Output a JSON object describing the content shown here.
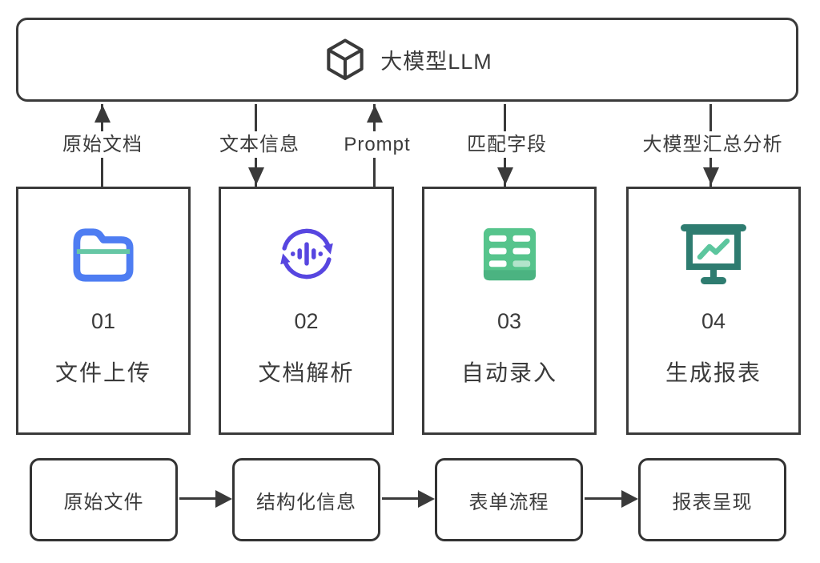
{
  "llm": {
    "title": "大模型LLM",
    "icon": "cube-icon"
  },
  "connectors": [
    {
      "label": "原始文档",
      "direction": "up"
    },
    {
      "label": "文本信息",
      "direction": "down"
    },
    {
      "label": "Prompt",
      "direction": "up"
    },
    {
      "label": "匹配字段",
      "direction": "down"
    },
    {
      "label": "大模型汇总分析",
      "direction": "down"
    }
  ],
  "steps": [
    {
      "number": "01",
      "label": "文件上传",
      "icon": "folder-icon",
      "accent": "#4e7df2"
    },
    {
      "number": "02",
      "label": "文档解析",
      "icon": "voiceprint-sync-icon",
      "accent": "#5746e0"
    },
    {
      "number": "03",
      "label": "自动录入",
      "icon": "table-icon",
      "accent": "#56c48c"
    },
    {
      "number": "04",
      "label": "生成报表",
      "icon": "presentation-chart-icon",
      "accent": "#2e7c70"
    }
  ],
  "flow": [
    {
      "label": "原始文件"
    },
    {
      "label": "结构化信息"
    },
    {
      "label": "表单流程"
    },
    {
      "label": "报表呈现"
    }
  ],
  "colors": {
    "line": "#3a3a3a",
    "text": "#3b3b3b",
    "background": "#ffffff",
    "blue": "#4e7df2",
    "mint": "#66c7a5",
    "purple": "#5746e0",
    "green": "#56c48c",
    "green_dark": "#4bb381",
    "teal": "#2e7c70",
    "teal_light": "#5cc69e"
  }
}
